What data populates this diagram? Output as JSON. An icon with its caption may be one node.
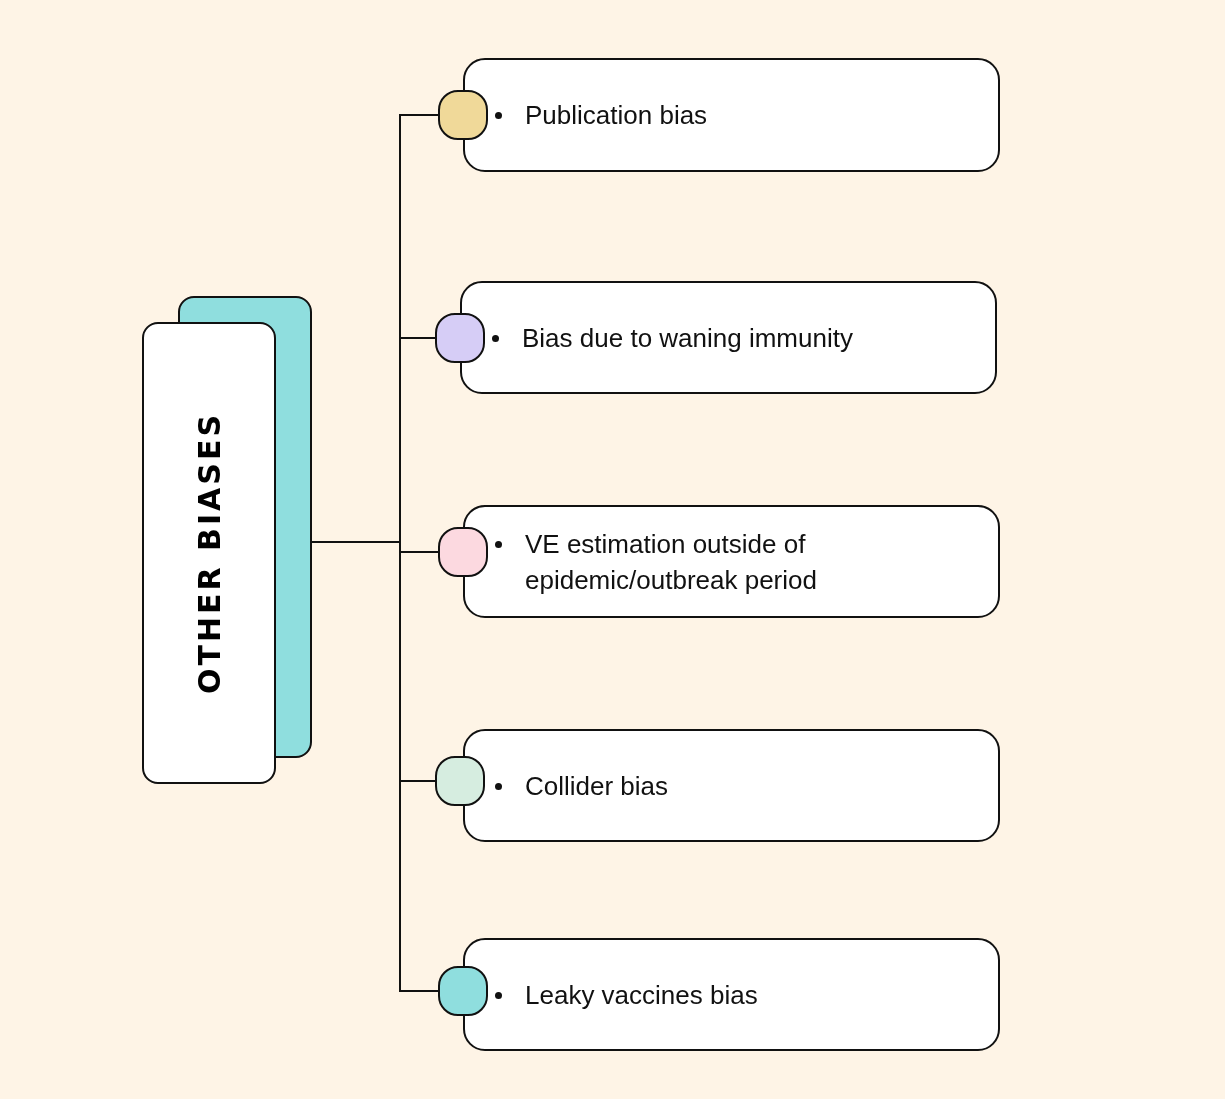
{
  "diagram": {
    "nodes": [
      {
        "text": [
          "OTHER BIASES"
        ]
      },
      {
        "text": [],
        "shape": "circle"
      },
      {
        "text": [
          "Publication bias"
        ]
      },
      {
        "text": [],
        "shape": "circle"
      },
      {
        "text": [
          "Bias due to waning immunity"
        ]
      },
      {
        "text": [],
        "shape": "circle"
      },
      {
        "text": [
          "VE estimation outside of epidemic/outbreak period"
        ]
      },
      {
        "text": [],
        "shape": "circle"
      },
      {
        "text": [
          "Collider bias"
        ]
      },
      {
        "text": [],
        "shape": "circle"
      },
      {
        "text": [
          "Leaky vaccines bias"
        ]
      }
    ],
    "edges": [
      {
        "from": 0,
        "to": 1,
        "arrow": "none"
      },
      {
        "from": 0,
        "to": 3,
        "arrow": "none"
      },
      {
        "from": 0,
        "to": 5,
        "arrow": "none"
      },
      {
        "from": 0,
        "to": 7,
        "arrow": "none"
      },
      {
        "from": 0,
        "to": 9,
        "arrow": "none"
      }
    ]
  }
}
